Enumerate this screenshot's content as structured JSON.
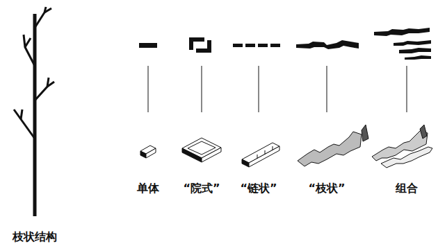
{
  "diagram": {
    "labels": [
      "单体",
      "“院式”",
      "“链状”",
      "“枝状”",
      "组合",
      "枝状结构"
    ]
  }
}
